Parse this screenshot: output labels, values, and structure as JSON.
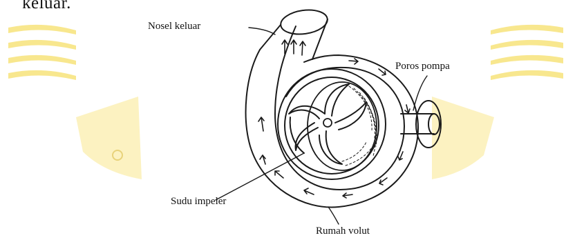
{
  "document": {
    "snippet_text": "keluar."
  },
  "watermark": {
    "color": "#f6dd5a"
  },
  "diagram": {
    "labels": {
      "outlet_nozzle": "Nosel keluar",
      "pump_shaft": "Poros pompa",
      "impeller_blade": "Sudu impeler",
      "volute_casing": "Rumah volut"
    }
  }
}
